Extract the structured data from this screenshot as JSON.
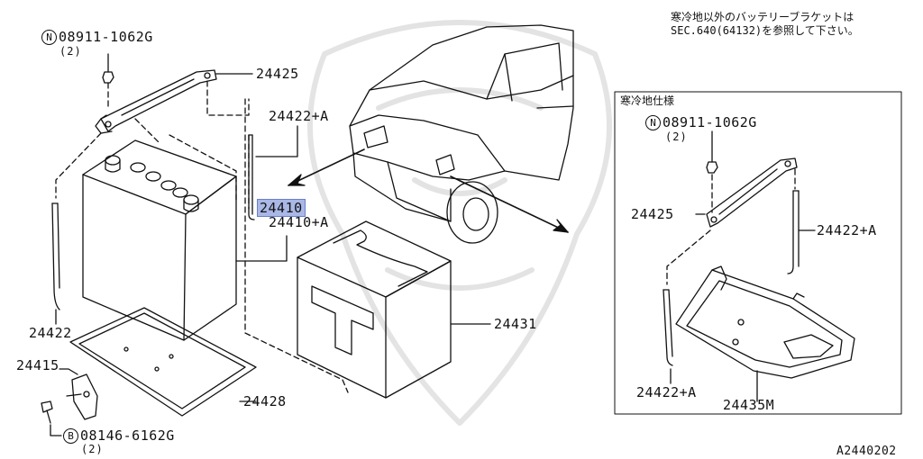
{
  "note": {
    "line1": "寒冷地以外のバッテリーブラケットは",
    "line2": "SEC.640(64132)を参照して下さい。"
  },
  "inset_title": "寒冷地仕様",
  "labels": {
    "nut_left_symbol": "N",
    "nut_left_code": "08911-1062G",
    "nut_left_qty": "(2)",
    "p24425_left": "24425",
    "p24422a_left": "24422+A",
    "p24410": "24410",
    "p24410a": "24410+A",
    "p24431": "24431",
    "p24422": "24422",
    "p24415": "24415",
    "p24428": "24428",
    "bolt_symbol": "B",
    "bolt_code": "08146-6162G",
    "bolt_qty": "(2)",
    "nut_inset_symbol": "N",
    "nut_inset_code": "08911-1062G",
    "nut_inset_qty": "(2)",
    "p24425_inset": "24425",
    "p24422a_inset_right": "24422+A",
    "p24422a_inset_bottom": "24422+A",
    "p24435m": "24435M"
  },
  "diagram_id": "A2440202"
}
